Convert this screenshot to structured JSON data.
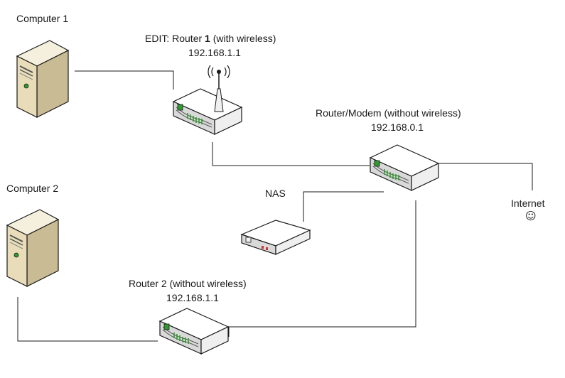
{
  "computer1": {
    "label": "Computer 1"
  },
  "computer2": {
    "label": "Computer 2"
  },
  "router1": {
    "prefix": "EDIT: Router ",
    "number": "1",
    "suffix": " (with wireless)",
    "ip": "192.168.1.1"
  },
  "router_modem": {
    "label": "Router/Modem (without  wireless)",
    "ip": "192.168.0.1"
  },
  "nas": {
    "label": "NAS"
  },
  "router2": {
    "label": "Router 2 (without wireless)",
    "ip": "192.168.1.1"
  },
  "internet": {
    "label": "Internet",
    "smiley": "☺"
  },
  "colors": {
    "line": "#1a1a1a",
    "device_body": "#ffffff",
    "device_side": "#e6e6e6",
    "device_front": "#cfcfcf",
    "led": "#2e9b2e",
    "tower_body": "#efe7d2",
    "tower_side": "#c9bb93",
    "tower_front": "#e9ddb9"
  }
}
